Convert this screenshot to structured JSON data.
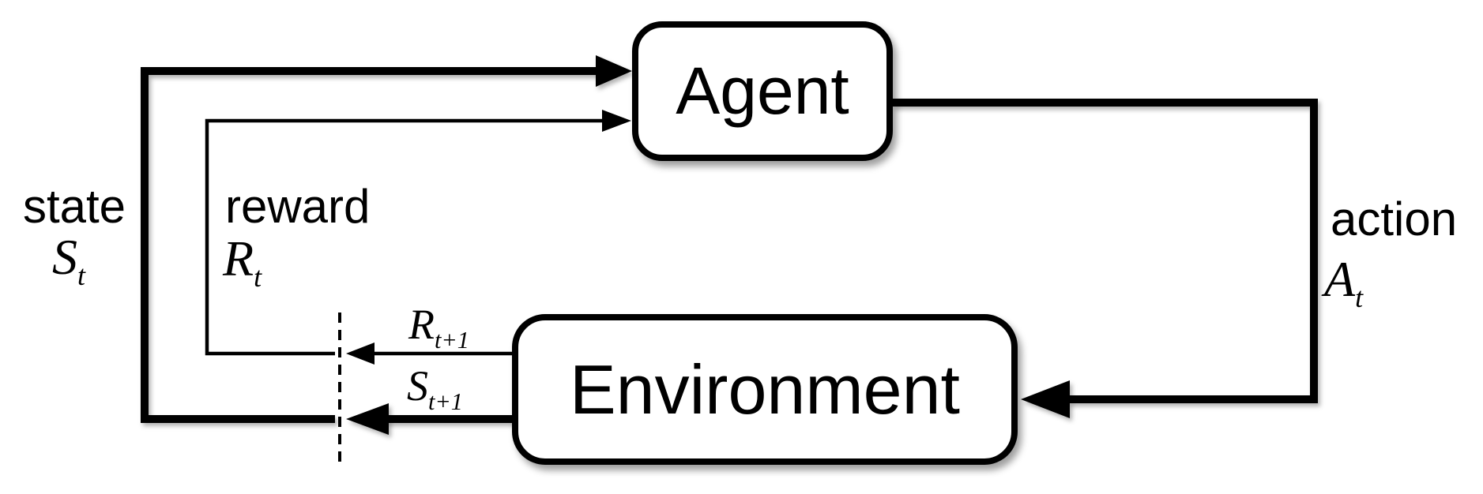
{
  "diagram": {
    "nodes": {
      "agent": {
        "label": "Agent"
      },
      "environment": {
        "label": "Environment"
      }
    },
    "edges": {
      "state": {
        "word": "state",
        "symbol": {
          "base": "S",
          "sub": "t"
        }
      },
      "reward": {
        "word": "reward",
        "symbol": {
          "base": "R",
          "sub": "t"
        }
      },
      "action": {
        "word": "action",
        "symbol": {
          "base": "A",
          "sub": "t"
        }
      },
      "next_reward": {
        "symbol": {
          "base": "R",
          "sub": "t+1"
        }
      },
      "next_state": {
        "symbol": {
          "base": "S",
          "sub": "t+1"
        }
      }
    },
    "colors": {
      "line": "#000000",
      "background": "#ffffff",
      "node_fill": "#ffffff",
      "text": "#000000"
    }
  }
}
